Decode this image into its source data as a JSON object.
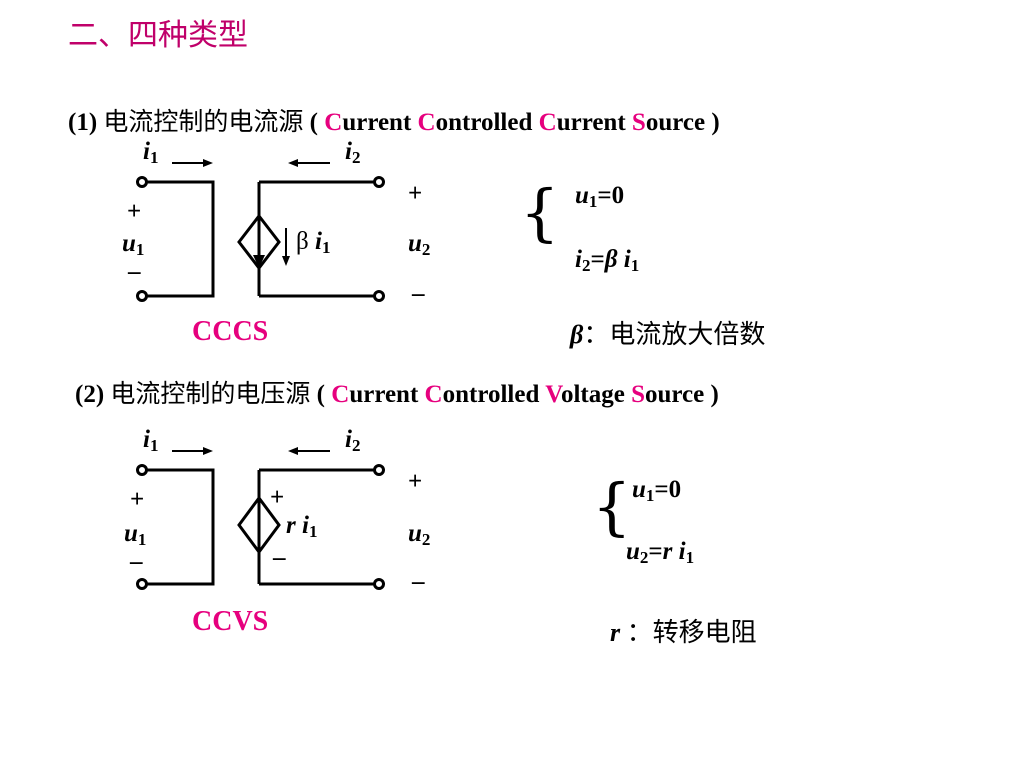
{
  "title": "二、四种类型",
  "sections": [
    {
      "num": "(1)",
      "cn": "电流控制的电流源",
      "open": "(",
      "words": [
        {
          "cap": "C",
          "rest": "urrent"
        },
        {
          "cap": "C",
          "rest": "ontrolled"
        },
        {
          "cap": "C",
          "rest": "urrent"
        },
        {
          "cap": "S",
          "rest": "ource"
        }
      ],
      "close": ")",
      "abbr": "CCCS",
      "source_label": "β",
      "note_symbol": "β",
      "note_colon": "：",
      "note_text": "电流放大倍数",
      "eq2_lhs": "i",
      "eq2_lhs_sub": "2",
      "eq2_rhs": "β",
      "eq2_rhs_var": "i",
      "eq2_rhs_sub": "1"
    },
    {
      "num": "(2)",
      "cn": "电流控制的电压源",
      "open": "(",
      "words": [
        {
          "cap": "C",
          "rest": "urrent"
        },
        {
          "cap": "C",
          "rest": "ontrolled"
        },
        {
          "cap": "V",
          "rest": "oltage"
        },
        {
          "cap": "S",
          "rest": "ource"
        }
      ],
      "close": ")",
      "abbr": "CCVS",
      "source_label": "r",
      "note_symbol": "r",
      "note_colon": "：",
      "note_text": "转移电阻",
      "eq2_lhs": "u",
      "eq2_lhs_sub": "2",
      "eq2_rhs": "r",
      "eq2_rhs_var": "i",
      "eq2_rhs_sub": "1"
    }
  ],
  "common": {
    "i": "i",
    "u": "u",
    "one": "1",
    "two": "2",
    "plus": "+",
    "minus": "–",
    "eq1_val": "=0",
    "equals": "=",
    "brace": "{"
  }
}
